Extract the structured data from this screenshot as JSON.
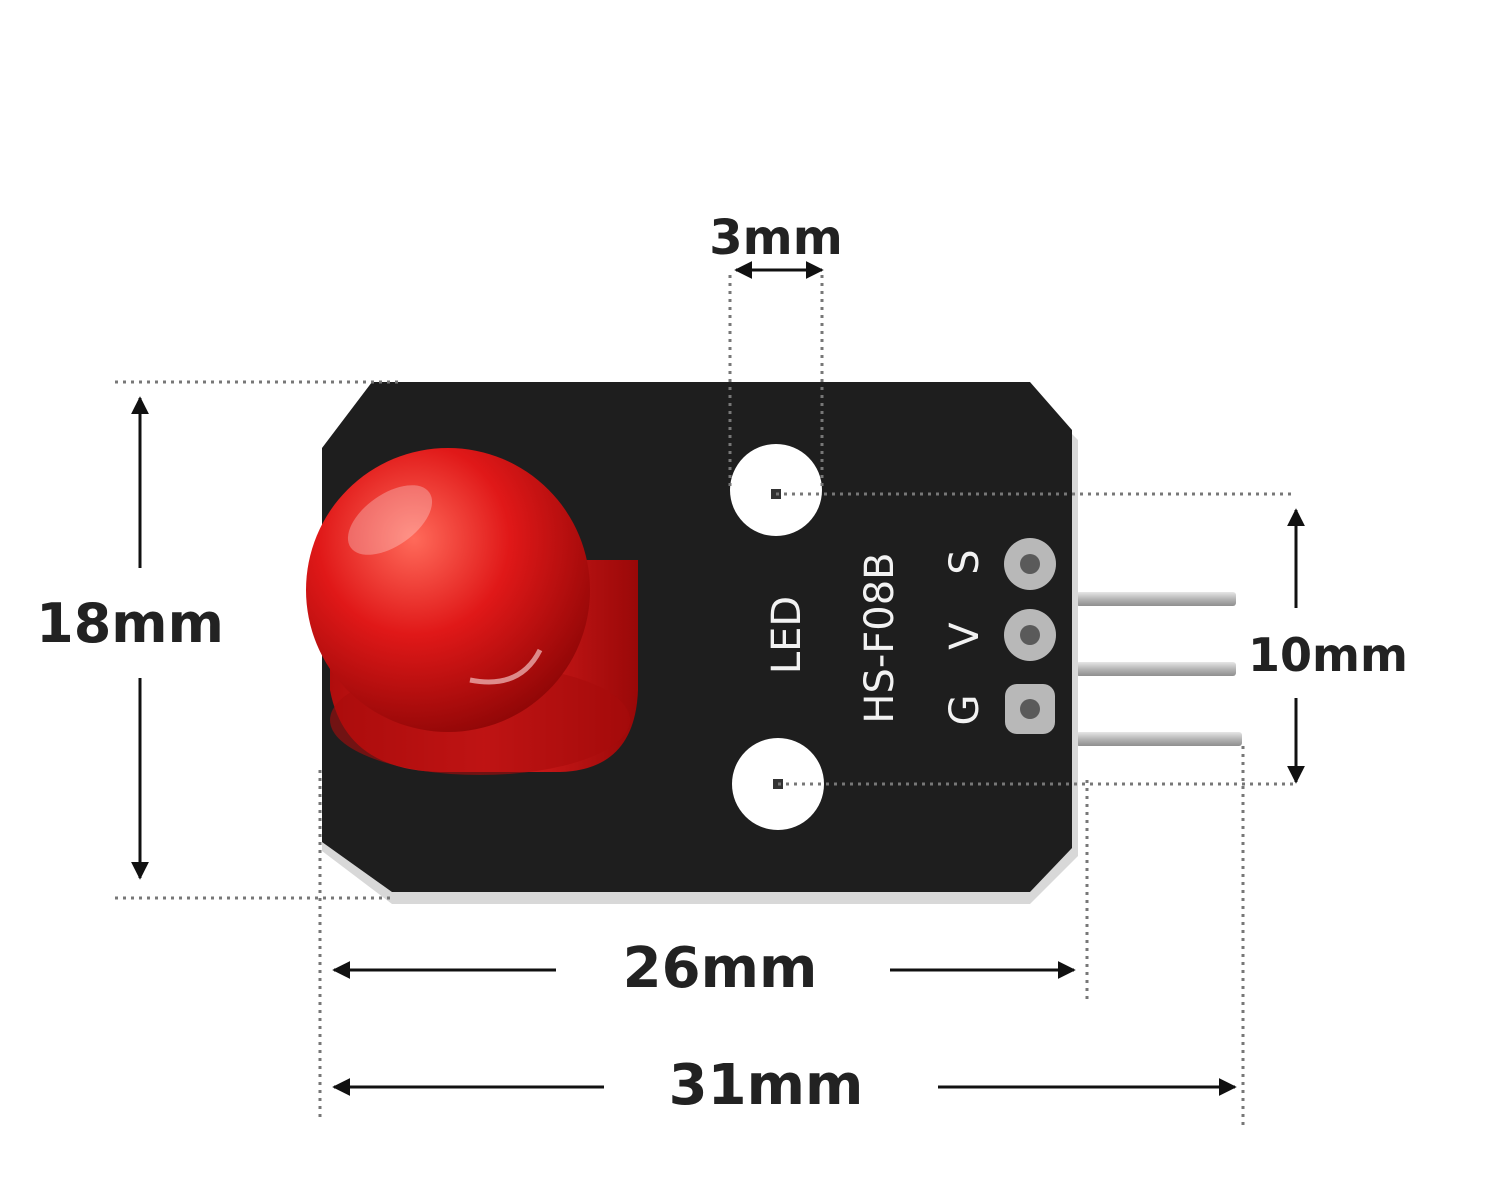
{
  "dimensions": {
    "hole_diameter": "3mm",
    "height": "18mm",
    "hole_spacing": "10mm",
    "board_length": "26mm",
    "total_length": "31mm"
  },
  "board": {
    "label": "LED",
    "model": "HS-F08B",
    "pins": [
      "G",
      "V",
      "S"
    ]
  },
  "colors": {
    "pcb": "#1e1e1e",
    "led": "#d81414",
    "text": "#222222",
    "silkscreen": "#f2f2f2",
    "pin": "#c8c8c8"
  }
}
